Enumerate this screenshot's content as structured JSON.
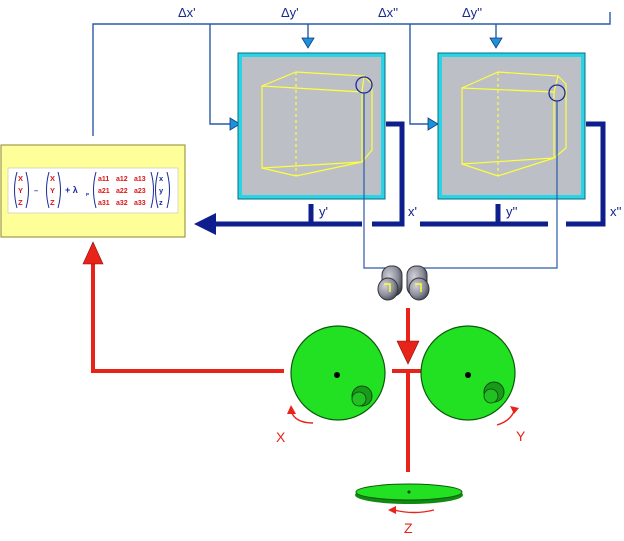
{
  "top_labels": {
    "dx1": "Δx'",
    "dy1": "Δy'",
    "dx2": "Δx''",
    "dy2": "Δy''"
  },
  "axis_labels": {
    "y1": "y'",
    "x1": "x'",
    "y2": "y''",
    "x2": "x''"
  },
  "rotation_labels": {
    "x": "X",
    "y": "Y",
    "z": "Z"
  },
  "formula": {
    "vec_upper": [
      "X",
      "Y",
      "Z"
    ],
    "minus": "–",
    "plus_lambda": "+ λ",
    "lambda_sub": "P",
    "matrix": [
      [
        "a11",
        "a12",
        "a13"
      ],
      [
        "a21",
        "a22",
        "a23"
      ],
      [
        "a31",
        "a32",
        "a33"
      ]
    ],
    "vec_lower": [
      "x",
      "y",
      "z"
    ]
  },
  "colors": {
    "dark_blue": "#0e1e8c",
    "light_blue": "#1e92d8",
    "wire_blue": "#2a5aa8",
    "red": "#e8241a",
    "green": "#22e022",
    "frame_cyan": "#29d4e6",
    "screen_gray": "#bcbfc6",
    "cube_yellow": "#ffff3a",
    "formula_yellow": "#ffff9a"
  }
}
